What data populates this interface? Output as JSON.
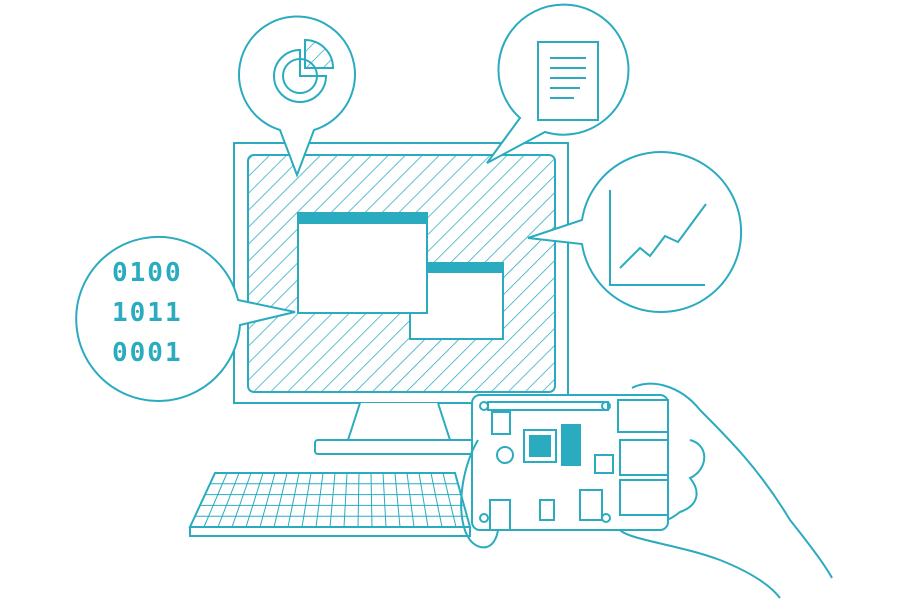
{
  "colors": {
    "stroke": "#2aabbf",
    "background": "#ffffff"
  },
  "binary_bubble": {
    "lines": [
      "0100",
      "1011",
      "0001"
    ]
  },
  "icons": [
    "pie-chart-icon",
    "document-icon",
    "line-chart-icon",
    "raspberry-logo-icon"
  ]
}
